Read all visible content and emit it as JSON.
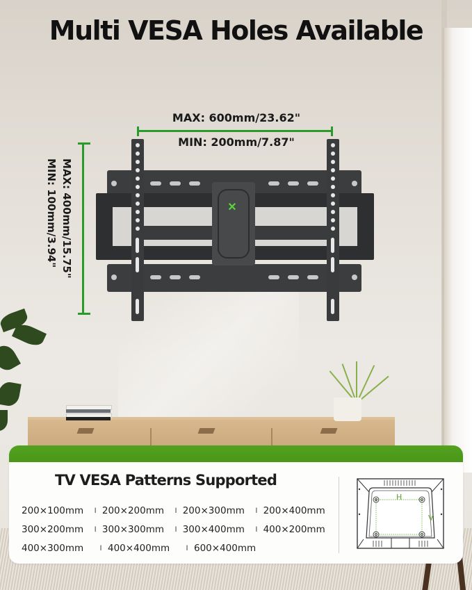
{
  "title": "Multi VESA Holes Available",
  "measurements": {
    "horizontal": {
      "max": "MAX: 600mm/23.62\"",
      "min": "MIN: 200mm/7.87\""
    },
    "vertical": {
      "max": "MAX: 400mm/15.75\"",
      "min": "MIN: 100mm/3.94\""
    }
  },
  "panel": {
    "title": "TV VESA Patterns Supported",
    "patterns": [
      [
        "200×100mm",
        "200×200mm",
        "200×300mm",
        "200×400mm"
      ],
      [
        "300×200mm",
        "300×300mm",
        "300×400mm",
        "400×200mm"
      ],
      [
        "400×300mm",
        "400×400mm",
        "600×400mm"
      ]
    ],
    "separator": "I",
    "diagram": {
      "h_label": "H",
      "v_label": "V"
    }
  },
  "colors": {
    "accent_green": "#4f9d1c",
    "measure_green": "#2a9a2a",
    "mount_dark": "#3a3b3d"
  }
}
